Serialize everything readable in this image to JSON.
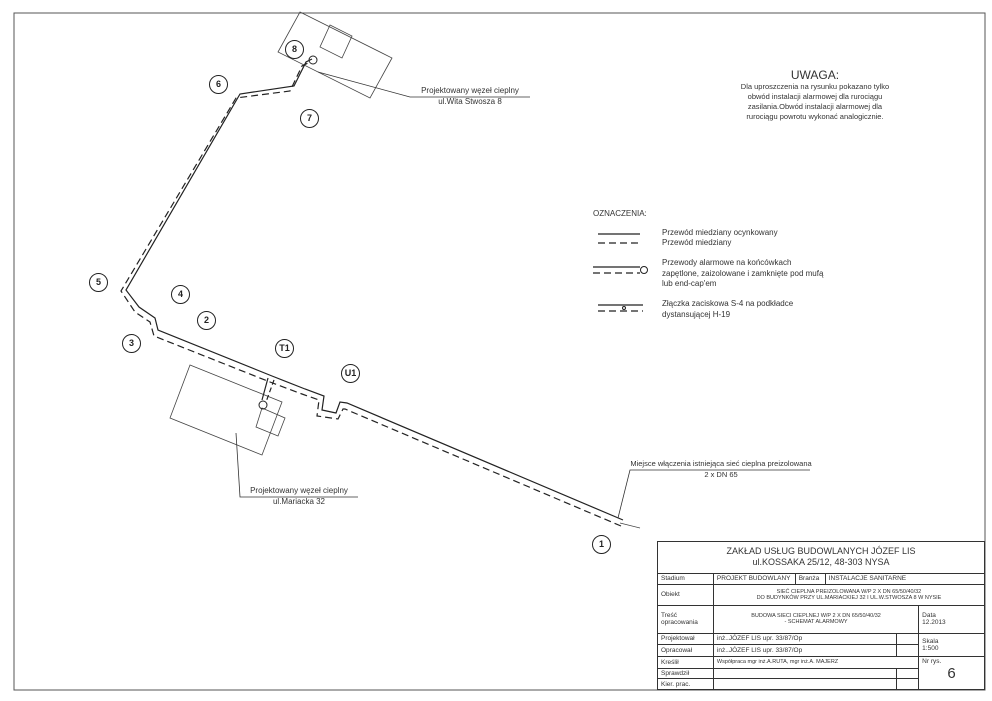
{
  "note": {
    "title": "UWAGA:",
    "lines": [
      "Dla uproszczenia na rysunku pokazano tylko",
      "obwód instalacji alarmowej dla rurociągu",
      "zasilania.Obwód  instalacji alarmowej dla",
      "rurociągu powrotu wykonać analogicznie."
    ]
  },
  "legend": {
    "title": "OZNACZENIA:",
    "items": [
      {
        "lines": [
          "Przewód miedziany ocynkowany",
          "Przewód miedziany"
        ]
      },
      {
        "lines": [
          "Przewody alarmowe na końcówkach",
          "zapętlone, zaizolowane i zamknięte pod mufą",
          "lub end-cap'em"
        ]
      },
      {
        "lines": [
          "Złączka zaciskowa S-4 na podkładce",
          "dystansującej H-19"
        ]
      }
    ]
  },
  "labels": {
    "node_top": {
      "line1": "Projektowany węzeł cieplny",
      "line2": "ul.Wita Stwosza 8"
    },
    "node_bottom": {
      "line1": "Projektowany węzeł cieplny",
      "line2": "ul.Mariacka 32"
    },
    "connection": {
      "line1": "Miejsce włączenia istniejąca sieć cieplna preizolowana",
      "line2": "2 x DN 65"
    }
  },
  "callouts": [
    "8",
    "6",
    "7",
    "5",
    "4",
    "2",
    "3",
    "T1",
    "U1",
    "1"
  ],
  "title_block": {
    "company": "ZAKŁAD USŁUG BUDOWLANYCH  JÓZEF  LIS",
    "address": "ul.KOSSAKA 25/12, 48-303 NYSA",
    "stadium_label": "Stadium",
    "stadium": "PROJEKT BUDOWLANY",
    "branza_label": "Branża",
    "branza": "INSTALACJE SANITARNE",
    "obiekt_label": "Obiekt",
    "obiekt1": "SIEĆ CIEPLNA PREIZOLOWANA W/P  2 X DN 65/50/40/32",
    "obiekt2": "DO BUDYNKÓW PRZY UL.MARIACKIEJ 32 I  UL.W.STWOSZA 8  W NYSIE",
    "tresc_label1": "Treść",
    "tresc_label2": "opracowania",
    "tresc1": "BUDOWA  SIECI CIEPLNEJ W/P 2 X DN 65/50/40/32",
    "tresc2": "- SCHEMAT ALARMOWY",
    "data_label": "Data",
    "data": "12.2013",
    "projektowal_label": "Projektował",
    "projektowal": "inż..JÓZEF LIS upr. 33/87/Op",
    "opracowal_label": "Opracował",
    "opracowal": "inż..JÓZEF LIS upr. 33/87/Op",
    "skala_label": "Skala",
    "skala": "1:500",
    "kreslil_label": "Kreślił",
    "kreslil": "Współpraca mgr inż.A.RUTA,  mgr inż.A. MAJERZ",
    "nr_label": "Nr rys.",
    "nr": "6",
    "sprawdzil_label": "Sprawdził",
    "kier_label": "Kier. prac."
  }
}
